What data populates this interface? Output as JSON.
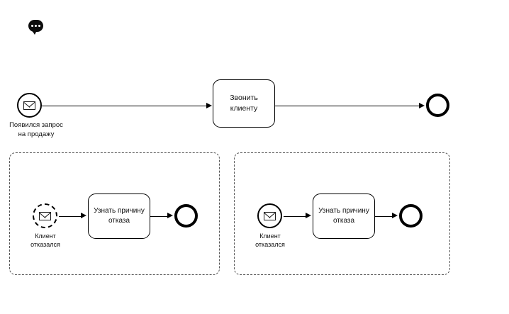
{
  "diagram": {
    "type": "bpmn-process-diagram",
    "background_color": "#ffffff",
    "stroke_color": "#000000",
    "text_color": "#111111",
    "container_stroke_color": "#555555"
  },
  "annotation": {
    "icon": "comment-bubble-icon",
    "dots": [
      "dot",
      "dot",
      "dot"
    ]
  },
  "main_flow": {
    "start_event": {
      "icon": "envelope-icon",
      "kind": "message-start-event",
      "label": "Появился запрос\nна продажу"
    },
    "task": {
      "label": "Звонить\nклиенту"
    },
    "end_event": {
      "kind": "end-event",
      "label": ""
    },
    "connector_1": {
      "label": ""
    },
    "connector_2": {
      "label": ""
    }
  },
  "subprocesses": [
    {
      "id": "left",
      "start_event": {
        "icon": "envelope-icon",
        "kind": "message-event-non-interrupting",
        "border_style": "dashed",
        "label": "Клиент\nотказался"
      },
      "task": {
        "label": "Узнать причину\nотказа"
      },
      "end_event": {
        "kind": "end-event",
        "label": ""
      }
    },
    {
      "id": "right",
      "start_event": {
        "icon": "envelope-icon",
        "kind": "message-start-event",
        "border_style": "solid",
        "label": "Клиент\nотказался"
      },
      "task": {
        "label": "Узнать причину\nотказа"
      },
      "end_event": {
        "kind": "end-event",
        "label": ""
      }
    }
  ]
}
